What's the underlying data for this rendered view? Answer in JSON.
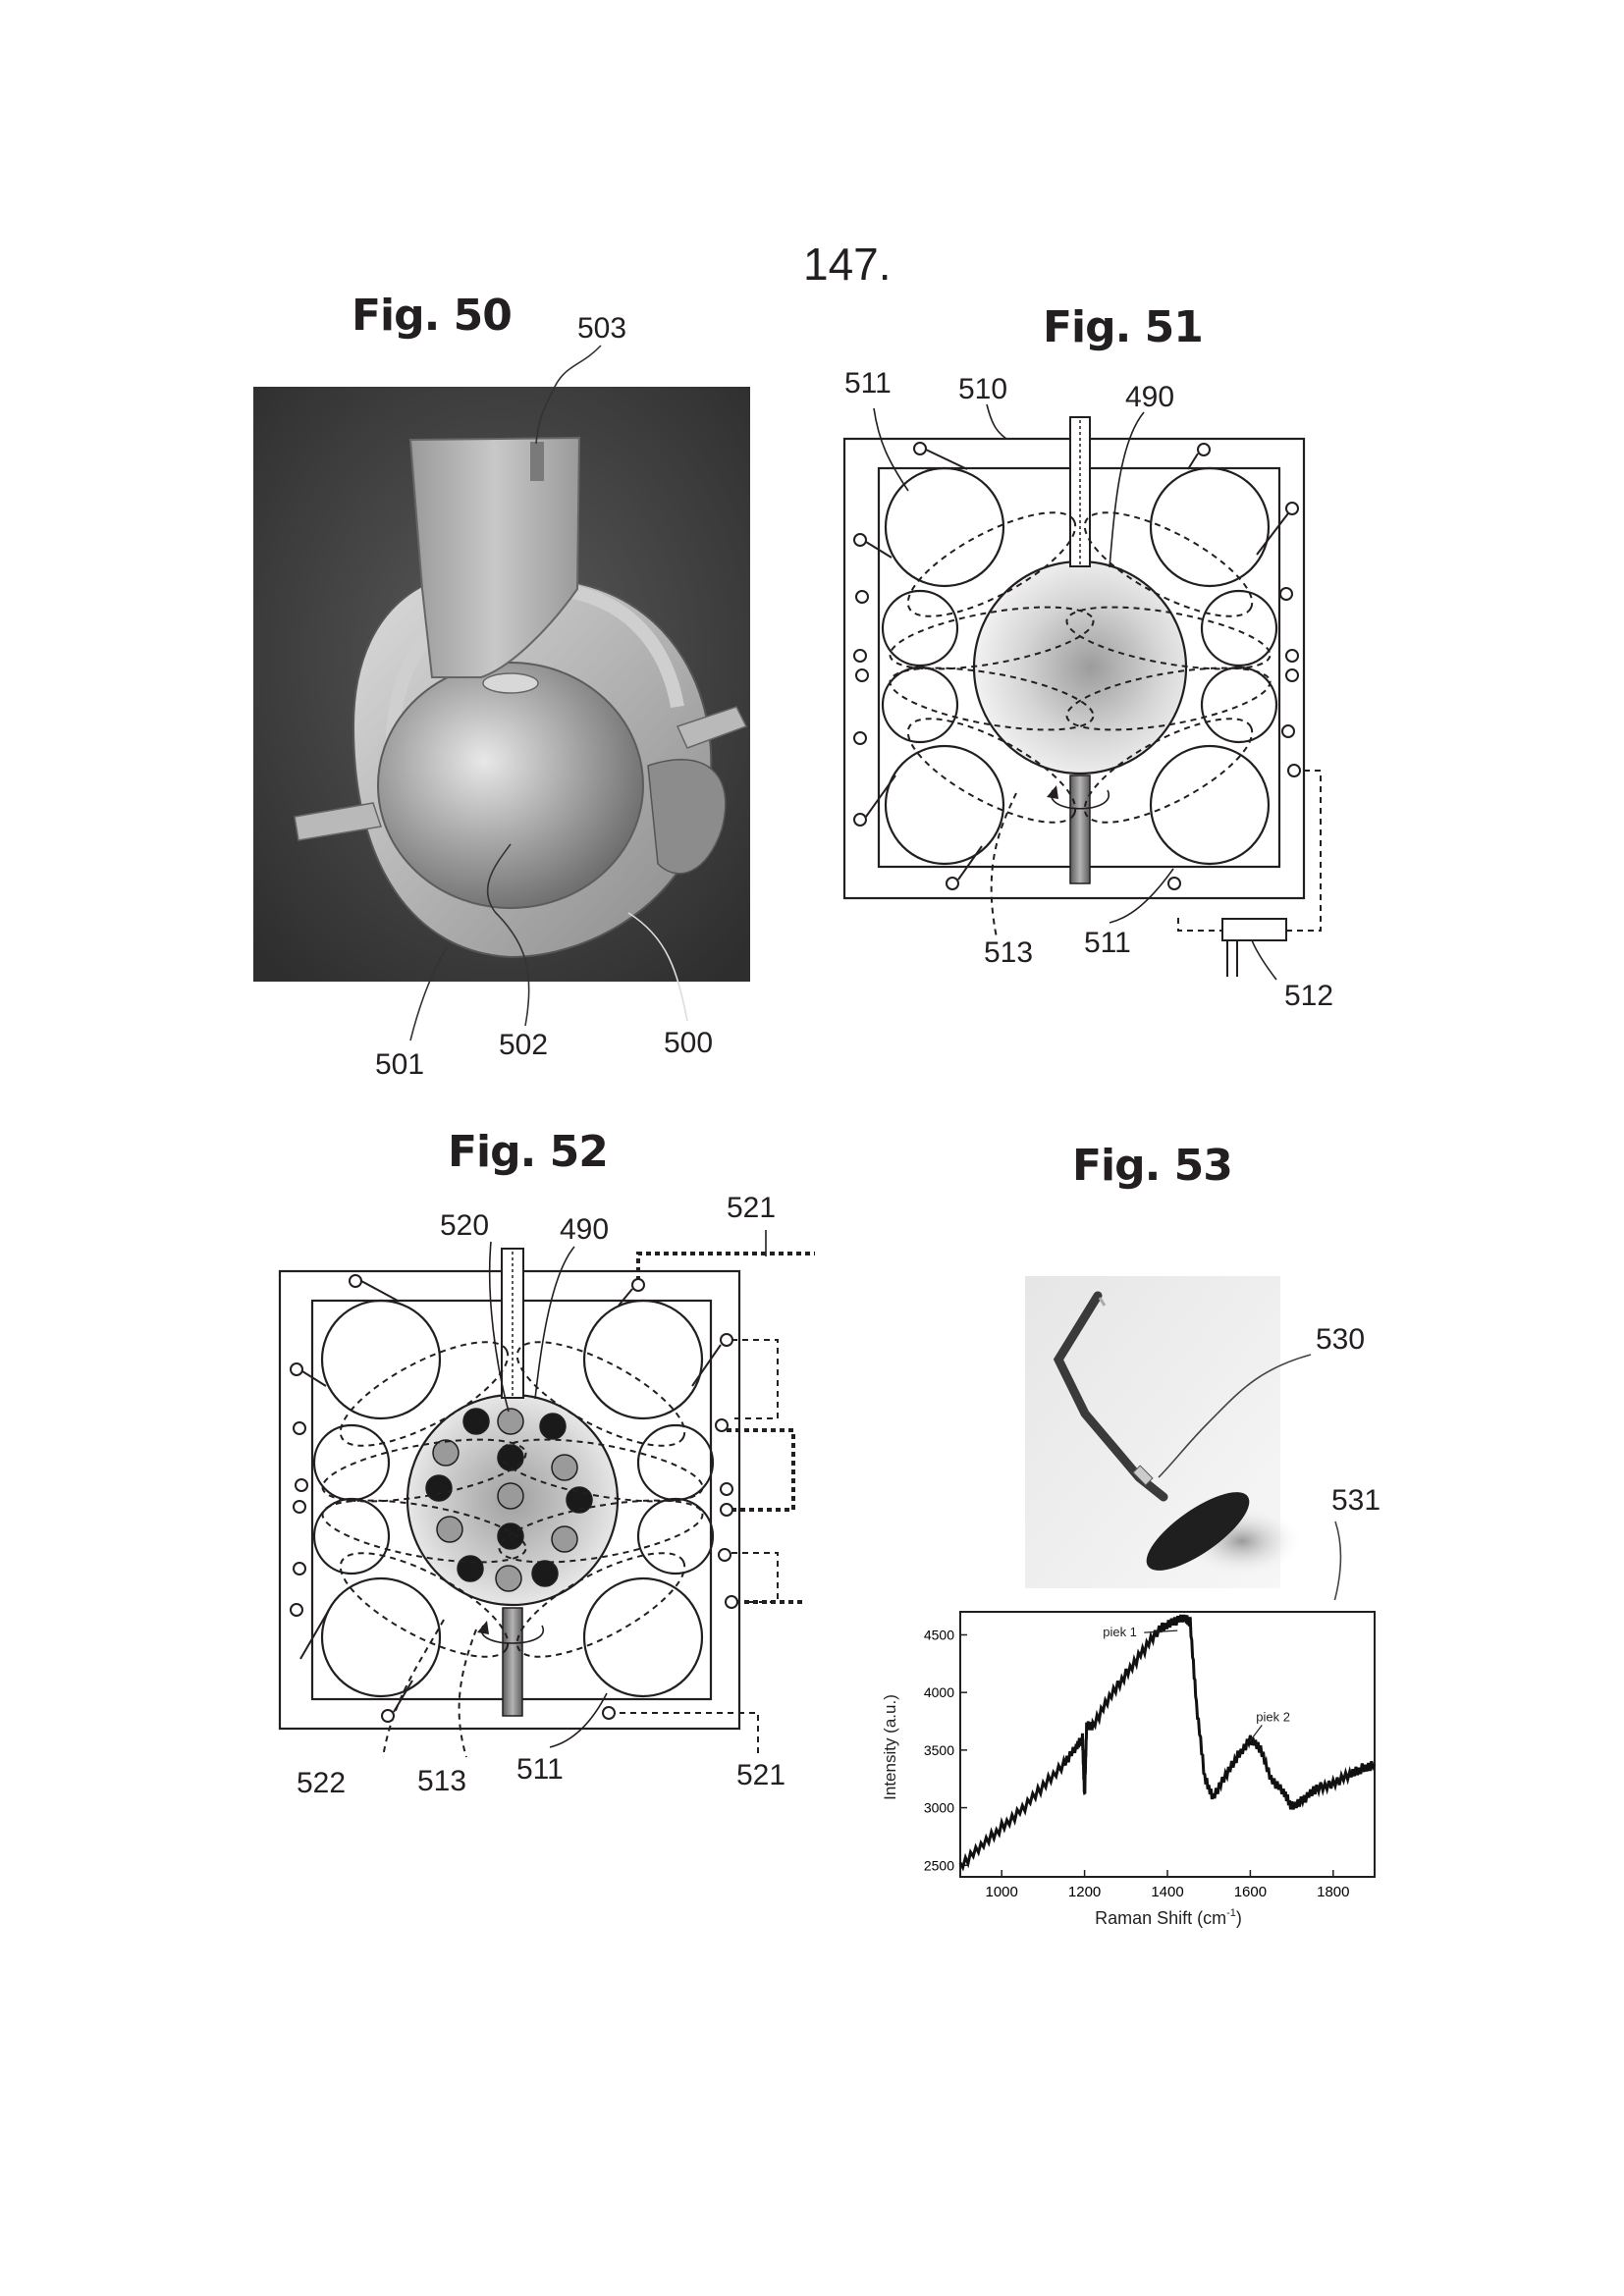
{
  "page_number": "147.",
  "figures": {
    "fig50": {
      "title": "Fig. 50",
      "refs": {
        "r503": "503",
        "r501": "501",
        "r502": "502",
        "r500": "500"
      }
    },
    "fig51": {
      "title": "Fig. 51",
      "refs": {
        "r511a": "511",
        "r510": "510",
        "r490": "490",
        "r513": "513",
        "r511b": "511",
        "r512": "512"
      }
    },
    "fig52": {
      "title": "Fig. 52",
      "refs": {
        "r520": "520",
        "r490": "490",
        "r521a": "521",
        "r522": "522",
        "r513": "513",
        "r511": "511",
        "r521b": "521"
      }
    },
    "fig53": {
      "title": "Fig. 53",
      "refs": {
        "r530": "530",
        "r531": "531"
      }
    }
  },
  "chart_data": {
    "type": "line",
    "xlabel": "Raman Shift (cm",
    "xlabel_sup": "-1",
    "xlabel_close": ")",
    "ylabel": "Intensity (a.u.)",
    "xlim": [
      900,
      1900
    ],
    "ylim": [
      2400,
      4700
    ],
    "xticks": [
      1000,
      1200,
      1400,
      1600,
      1800
    ],
    "yticks": [
      2500,
      3000,
      3500,
      4000,
      4500
    ],
    "annotations": [
      {
        "text": "piek 1",
        "x": 1410,
        "y": 4520
      },
      {
        "text": "piek 2",
        "x": 1595,
        "y": 3700
      }
    ],
    "series": [
      {
        "points": [
          [
            900,
            2500
          ],
          [
            950,
            2660
          ],
          [
            1000,
            2830
          ],
          [
            1050,
            2990
          ],
          [
            1100,
            3180
          ],
          [
            1150,
            3390
          ],
          [
            1180,
            3520
          ],
          [
            1195,
            3600
          ],
          [
            1200,
            3100
          ],
          [
            1205,
            3700
          ],
          [
            1220,
            3720
          ],
          [
            1260,
            3950
          ],
          [
            1300,
            4160
          ],
          [
            1340,
            4360
          ],
          [
            1380,
            4540
          ],
          [
            1410,
            4620
          ],
          [
            1440,
            4640
          ],
          [
            1455,
            4610
          ],
          [
            1470,
            3900
          ],
          [
            1490,
            3250
          ],
          [
            1510,
            3100
          ],
          [
            1540,
            3270
          ],
          [
            1570,
            3450
          ],
          [
            1600,
            3600
          ],
          [
            1625,
            3500
          ],
          [
            1650,
            3260
          ],
          [
            1680,
            3130
          ],
          [
            1700,
            3010
          ],
          [
            1730,
            3080
          ],
          [
            1760,
            3160
          ],
          [
            1800,
            3220
          ],
          [
            1840,
            3280
          ],
          [
            1870,
            3340
          ],
          [
            1900,
            3380
          ]
        ]
      }
    ]
  }
}
